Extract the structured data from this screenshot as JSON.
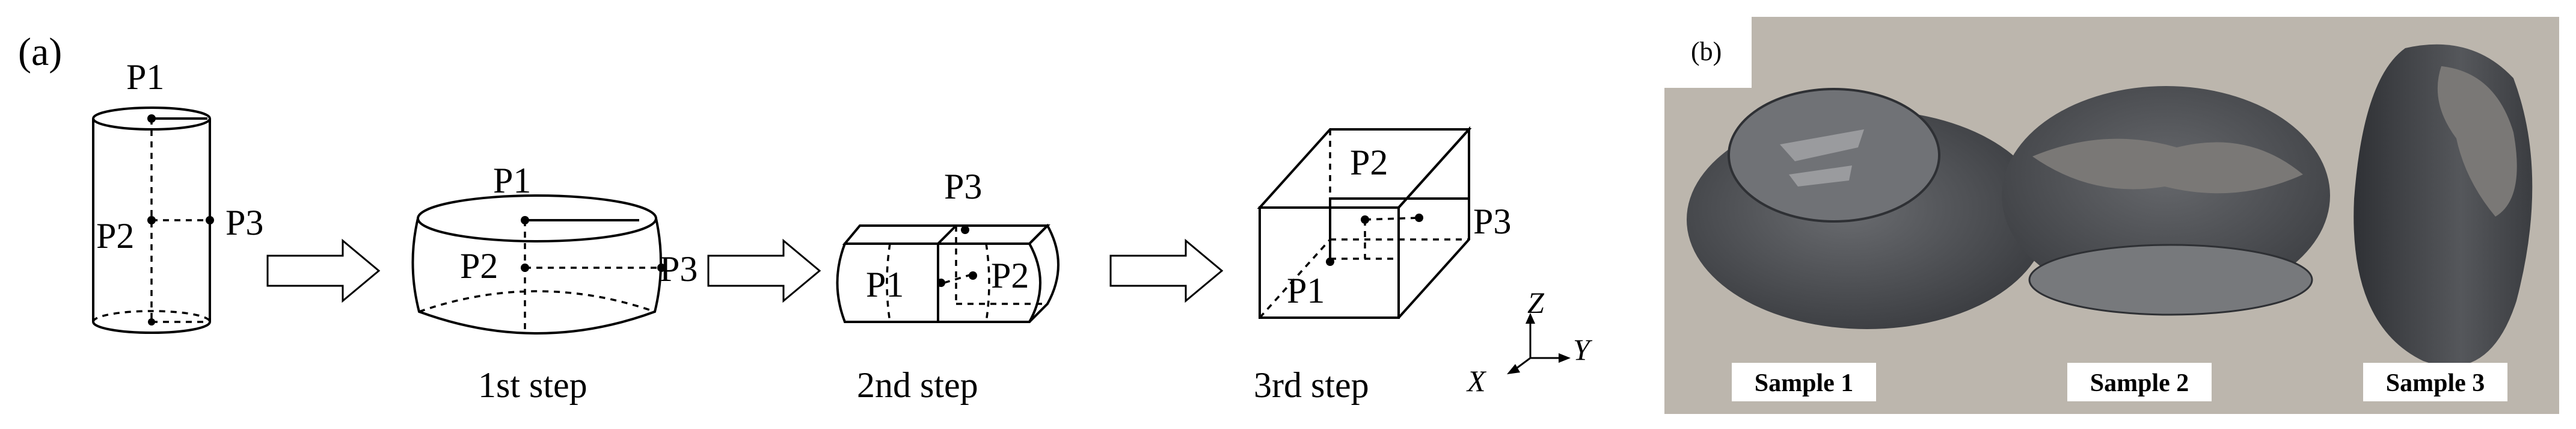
{
  "panel_a": {
    "label": "(a)",
    "stage0": {
      "p1": "P1",
      "p2": "P2",
      "p3": "P3"
    },
    "step1": {
      "p1": "P1",
      "p2": "P2",
      "p3": "P3",
      "caption": "1st step"
    },
    "step2": {
      "p1": "P1",
      "p2": "P2",
      "p3": "P3",
      "caption": "2nd step"
    },
    "step3": {
      "p1": "P1",
      "p2": "P2",
      "p3": "P3",
      "caption": "3rd step"
    },
    "axes": {
      "z": "Z",
      "x": "X",
      "y": "Y"
    }
  },
  "panel_b": {
    "label": "(b)",
    "samples": [
      "Sample 1",
      "Sample 2",
      "Sample 3"
    ],
    "colors": {
      "sand": "#bcb6ad",
      "metal": "#57595d",
      "metal_dark": "#3d3f43",
      "scale": "#7a7876"
    }
  }
}
